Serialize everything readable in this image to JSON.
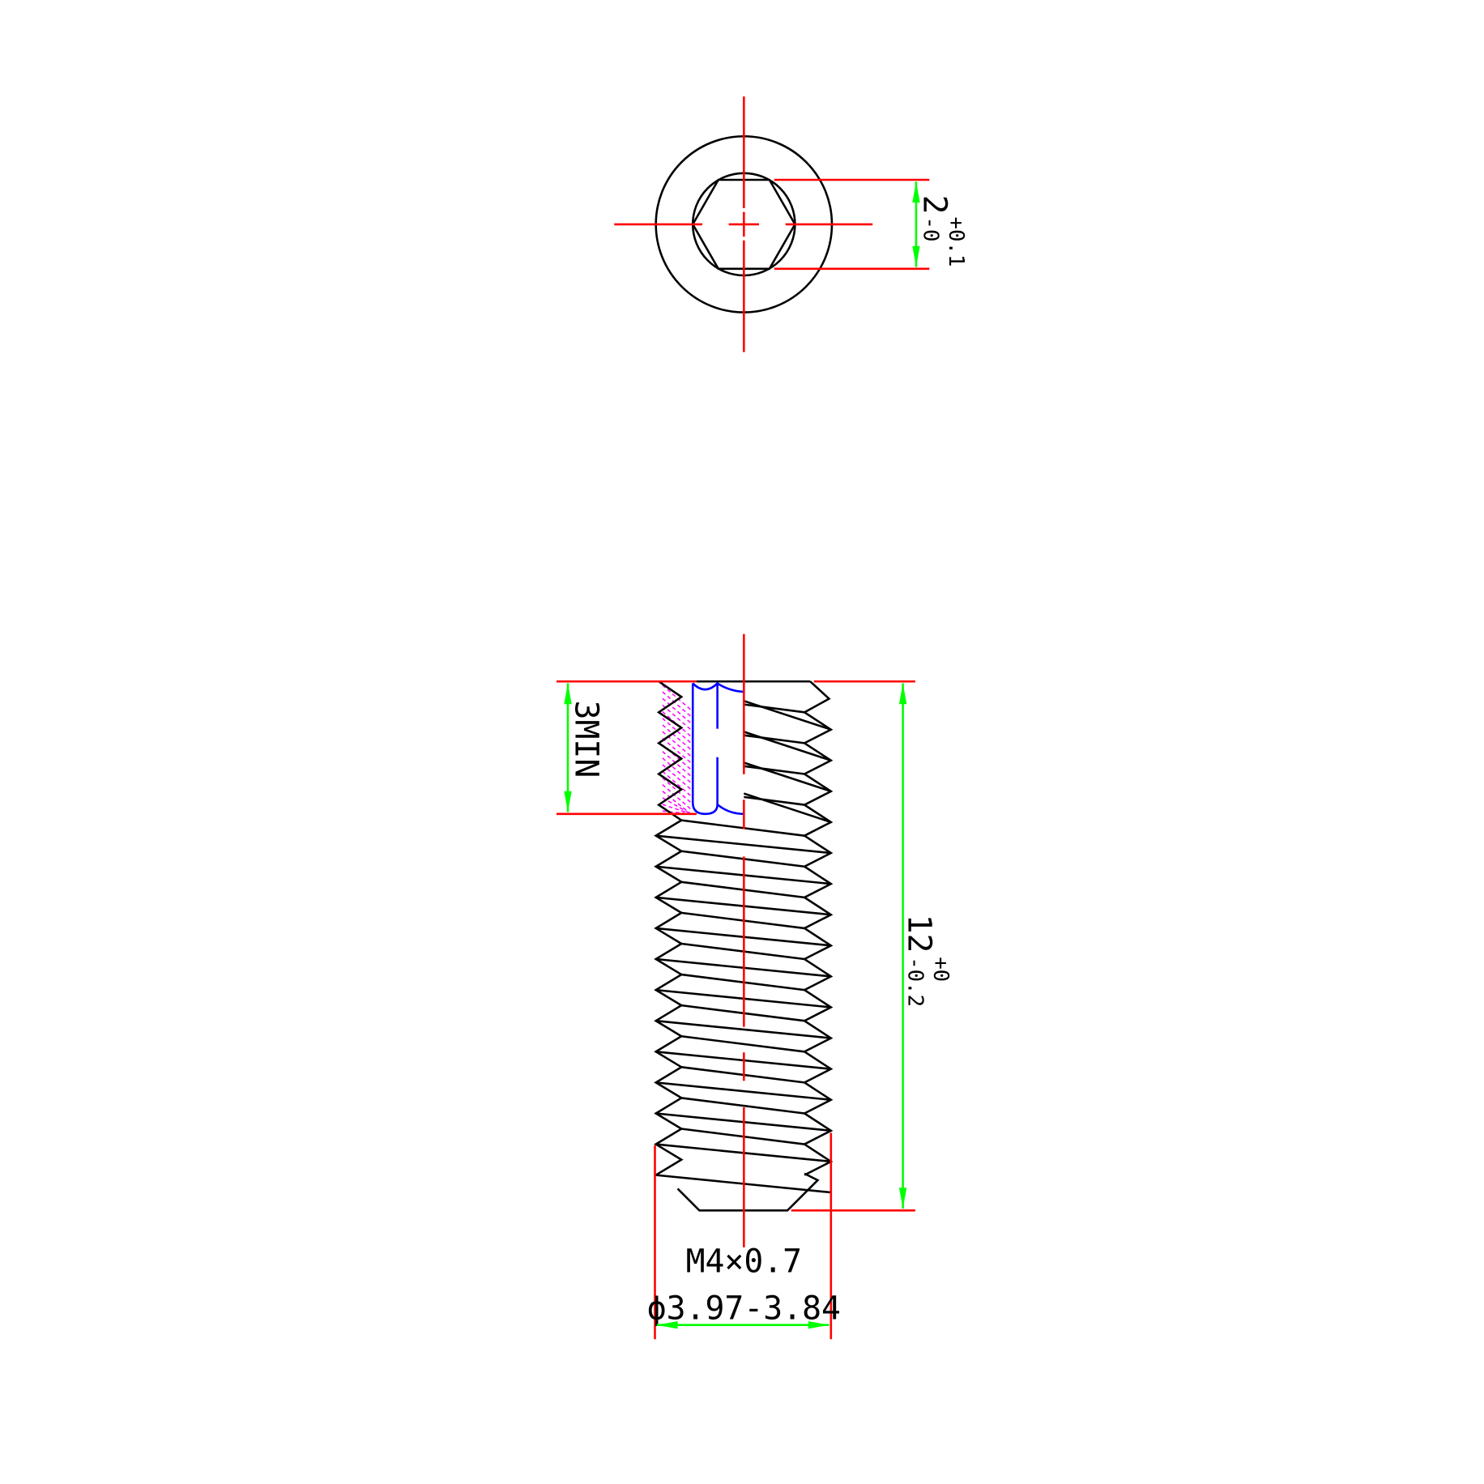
{
  "top_view": {
    "socket_dimension": {
      "nominal": "2",
      "upper_tol": "+0.1",
      "lower_tol": "-0"
    }
  },
  "side_view": {
    "socket_depth_label": "3MIN",
    "length_dimension": {
      "nominal": "12",
      "upper_tol": "+0",
      "lower_tol": "-0.2"
    },
    "thread_label": "M4×0.7",
    "diameter_label": "ϕ3.97-3.84"
  },
  "colors": {
    "object": "#000000",
    "centerline": "#ff0000",
    "dimension": "#00ff00",
    "socket": "#0000ff",
    "hatch": "#ff00ff"
  }
}
